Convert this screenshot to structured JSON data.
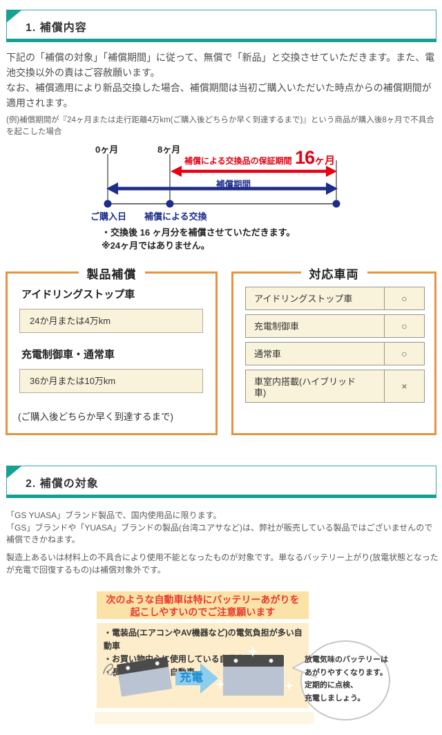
{
  "section1": {
    "title": "1. 補償内容",
    "intro": "下記の「補償の対象」「補償期間」に従って、無償で「新品」と交換させていただきます。また、電池交換以外の責はご容赦願います。\nなお、補償適用により新品交換した場合、補償期間は当初ご購入いただいた時点からの補償期間が適用されます。",
    "example": "(例)補償期間が『24ヶ月または走行距離4万km(ご購入後どちらか早く到達するまで)』という商品が購入後8ヶ月で不具合を起こした場合",
    "timeline": {
      "tick_start": "0ヶ月",
      "tick_mid": "8ヶ月",
      "red_label": "補償による交換品の保証期間",
      "red_value": "16",
      "red_unit": "ヶ月",
      "blue_label": "補償期間",
      "purchase_label": "ご購入日",
      "exchange_label": "補償による交換",
      "note1": "・交換後 16 ヶ月分を補償させていただきます。",
      "note2": "※24ヶ月ではありません。"
    },
    "product_box": {
      "title": "製品補償",
      "item1_heading": "アイドリングストップ車",
      "item1_value": "24か月または4万km",
      "item2_heading": "充電制御車・通常車",
      "item2_value": "36か月または10万km",
      "footnote": "(ご購入後どちらか早く到達するまで)"
    },
    "vehicle_box": {
      "title": "対応車両",
      "rows": [
        {
          "label": "アイドリングストップ車",
          "mark": "○"
        },
        {
          "label": "充電制御車",
          "mark": "○"
        },
        {
          "label": "通常車",
          "mark": "○"
        },
        {
          "label": "車室内搭載(ハイブリッド車)",
          "mark": "×"
        }
      ]
    }
  },
  "section2": {
    "title": "2. 補償の対象",
    "para1": "「GS YUASA」ブランド製品で、国内使用品に限ります。\n「GS」ブランドや「YUASA」ブランドの製品(台湾ユアサなど)は、弊社が販売している製品ではございませんので補償できかねます。",
    "para2": "製造上あるいは材料上の不具合により使用不能となったものが対象です。単なるバッテリー上がり(放電状態となったが充電で回復するもの)は補償対象外です。",
    "warning": {
      "heading": "次のような自動車は特にバッテリーあがりを\n起こしやすいのでご注意願います",
      "bullets": "・電装品(エアコンやAV機器など)の電気負担が多い自動車\n・お買い物中心に使用している自動車\n・長期間乗らない自動車",
      "charge_label": "充電",
      "bubble": "放電気味のバッテリーは\nあがりやすくなります。\n定期的に点検、\n充電しましょう。"
    }
  },
  "colors": {
    "teal": "#2ca9a0",
    "orange": "#e8923e",
    "navy": "#1d2d8a",
    "red": "#e60012",
    "warning_red": "#e8392c",
    "cream": "#faf3dc"
  }
}
